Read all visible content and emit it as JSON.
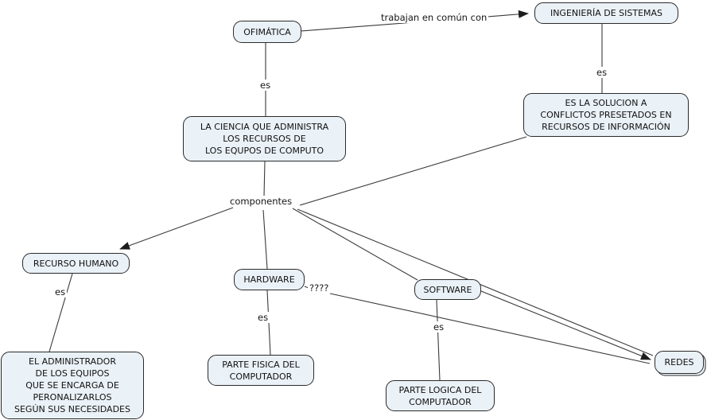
{
  "diagram": {
    "type": "concept-map",
    "topic": "OFIMÁTICA",
    "colors": {
      "node_fill": "#eaf1f7",
      "node_border": "#2b2b2b",
      "line": "#3a3a3a",
      "text": "#111111",
      "background": "#ffffff"
    },
    "nodes": [
      {
        "id": "ofimatica",
        "label": "OFIMÁTICA"
      },
      {
        "id": "ingenieria",
        "label": "INGENIERÍA DE SISTEMAS"
      },
      {
        "id": "solucion",
        "label": "ES LA SOLUCION A\nCONFLICTOS PRESETADOS EN\nRECURSOS DE INFORMACIÓN"
      },
      {
        "id": "ciencia",
        "label": "LA CIENCIA QUE ADMINISTRA\nLOS RECURSOS DE\nLOS EQUPOS DE COMPUTO"
      },
      {
        "id": "recurso",
        "label": "RECURSO HUMANO"
      },
      {
        "id": "hardware",
        "label": "HARDWARE"
      },
      {
        "id": "software",
        "label": "SOFTWARE"
      },
      {
        "id": "redes",
        "label": "REDES"
      },
      {
        "id": "administrador",
        "label": "EL ADMINISTRADOR\nDE LOS EQUIPOS\nQUE SE ENCARGA DE\nPERONALIZARLOS\nSEGÚN SUS NECESIDADES"
      },
      {
        "id": "fisica",
        "label": "PARTE FISICA DEL\nCOMPUTADOR"
      },
      {
        "id": "logica",
        "label": "PARTE LOGICA DEL\nCOMPUTADOR"
      }
    ],
    "links": [
      {
        "from": "ofimatica",
        "to": "ingenieria",
        "label": "trabajan en común con",
        "arrow": true
      },
      {
        "from": "ofimatica",
        "to": "ciencia",
        "label": "es",
        "arrow": false
      },
      {
        "from": "ingenieria",
        "to": "solucion",
        "label": "es",
        "arrow": false
      },
      {
        "from": "ciencia",
        "to": [
          "recurso",
          "hardware",
          "software",
          "redes",
          "solucion"
        ],
        "label": "componentes",
        "arrow": true
      },
      {
        "from": "recurso",
        "to": "administrador",
        "label": "es",
        "arrow": false
      },
      {
        "from": "hardware",
        "to": "fisica",
        "label": "es",
        "arrow": false
      },
      {
        "from": "hardware",
        "to": "redes",
        "label": "????",
        "arrow": true
      },
      {
        "from": "software",
        "to": "logica",
        "label": "es",
        "arrow": false
      },
      {
        "from": "software",
        "to": "redes",
        "label": "",
        "arrow": true
      }
    ]
  }
}
